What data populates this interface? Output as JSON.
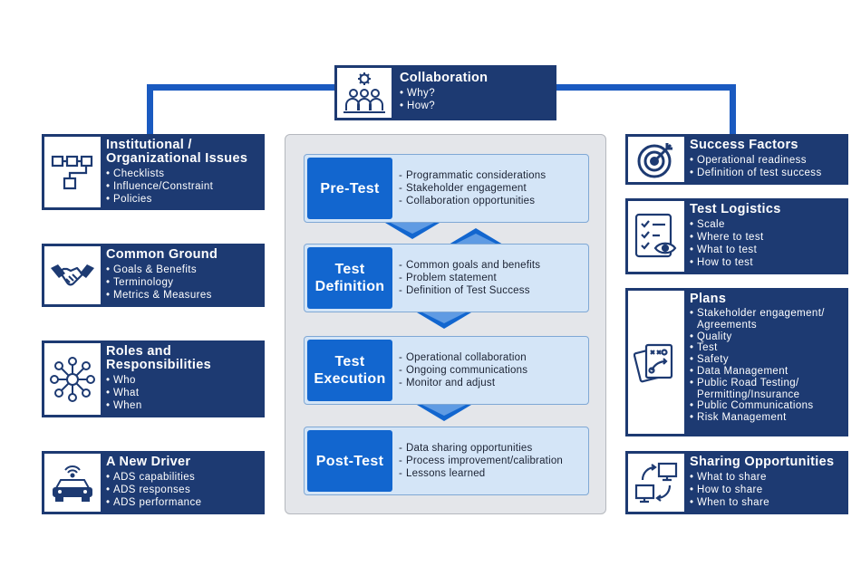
{
  "collaboration": {
    "title": "Collaboration",
    "items": [
      "Why?",
      "How?"
    ]
  },
  "left_cards": [
    {
      "title": "Institutional / Organizational Issues",
      "items": [
        "Checklists",
        "Influence/Constraint",
        "Policies"
      ],
      "icon": "flowchart-icon"
    },
    {
      "title": "Common Ground",
      "items": [
        "Goals & Benefits",
        "Terminology",
        "Metrics & Measures"
      ],
      "icon": "handshake-icon"
    },
    {
      "title": "Roles and Responsibilities",
      "items": [
        "Who",
        "What",
        "When"
      ],
      "icon": "network-icon"
    },
    {
      "title": "A New Driver",
      "items": [
        "ADS capabilities",
        "ADS responses",
        "ADS performance"
      ],
      "icon": "autonomous-car-icon"
    }
  ],
  "right_cards": [
    {
      "title": "Success Factors",
      "items": [
        "Operational readiness",
        "Definition of test success"
      ],
      "icon": "target-icon"
    },
    {
      "title": "Test Logistics",
      "items": [
        "Scale",
        "Where to test",
        "What to test",
        "How to test"
      ],
      "icon": "checklist-eye-icon"
    },
    {
      "title": "Plans",
      "items": [
        "Stakeholder engagement/ Agreements",
        "Quality",
        "Test",
        "Safety",
        "Data Management",
        "Public Road Testing/ Permitting/Insurance",
        "Public Communications",
        "Risk Management"
      ],
      "icon": "playbook-icon"
    },
    {
      "title": "Sharing Opportunities",
      "items": [
        "What to share",
        "How to share",
        "When to share"
      ],
      "icon": "monitor-sync-icon"
    }
  ],
  "phases": [
    {
      "label": "Pre-Test",
      "items": [
        "Programmatic considerations",
        "Stakeholder engagement",
        "Collaboration opportunities"
      ]
    },
    {
      "label": "Test\nDefinition",
      "items": [
        "Common goals and benefits",
        "Problem statement",
        "Definition of Test Success"
      ]
    },
    {
      "label": "Test\nExecution",
      "items": [
        "Operational collaboration",
        "Ongoing communications",
        "Monitor and adjust"
      ]
    },
    {
      "label": "Post-Test",
      "items": [
        "Data sharing opportunities",
        "Process improvement/calibration",
        "Lessons learned"
      ]
    }
  ],
  "colors": {
    "navy": "#1d3a72",
    "blue_accent": "#1266cf",
    "connector": "#1a5ac0",
    "phase_bg": "#d4e5f7",
    "panel_bg": "#e4e6ea"
  }
}
